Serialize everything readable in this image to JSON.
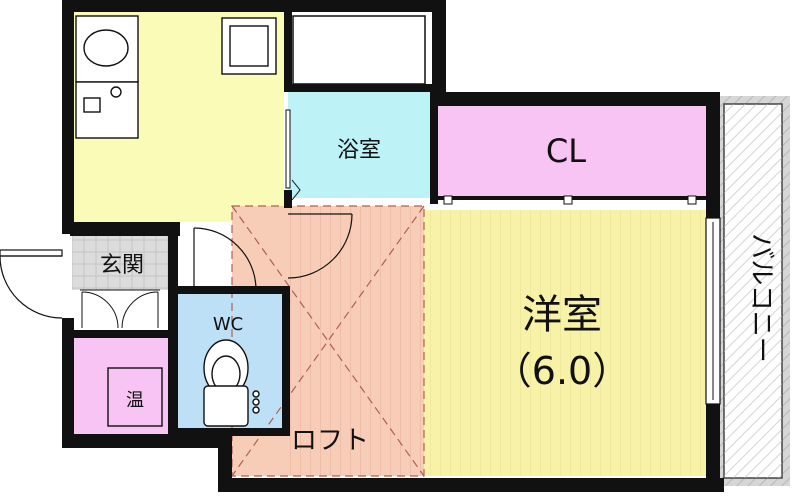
{
  "rooms": {
    "bath": "浴室",
    "closet": "CL",
    "entrance": "玄関",
    "wc": "WC",
    "western_room": "洋室",
    "western_room_size": "（6.0）",
    "water_heater": "温",
    "loft": "ロフト",
    "balcony": "バルコニー"
  },
  "colors": {
    "kitchen": "#fbfbb8",
    "bath": "#bdf2f7",
    "closet": "#f7c4f3",
    "western_room": "#f7f2a8",
    "loft": "#f7cdb8",
    "wc": "#bde0f7",
    "entrance": "#dcdcdc",
    "storage": "#f7c4f3",
    "balcony": "#d6d6d6",
    "wall": "#111111"
  }
}
